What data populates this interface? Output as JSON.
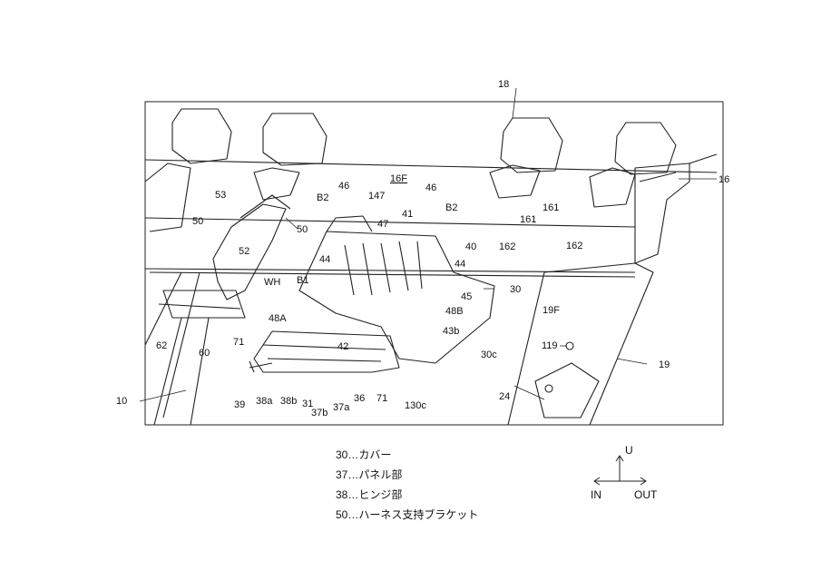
{
  "figure": {
    "section_label": "16F",
    "labels": [
      "18",
      "16",
      "46",
      "147",
      "46",
      "B2",
      "B2",
      "161",
      "161",
      "53",
      "50",
      "50",
      "47",
      "41",
      "40",
      "162",
      "162",
      "52",
      "44",
      "44",
      "30",
      "B1",
      "45",
      "WH",
      "48B",
      "19F",
      "48A",
      "43b",
      "71",
      "42",
      "119",
      "19",
      "62",
      "60",
      "30c",
      "39",
      "38a",
      "38b",
      "31",
      "37b",
      "37a",
      "36",
      "71",
      "130c",
      "24",
      "10"
    ]
  },
  "legend": {
    "items": [
      "30…カバー",
      "37…パネル部",
      "38…ヒンジ部",
      "50…ハーネス支持ブラケット"
    ]
  },
  "orientation": {
    "up": "U",
    "inboard": "IN",
    "outboard": "OUT"
  }
}
